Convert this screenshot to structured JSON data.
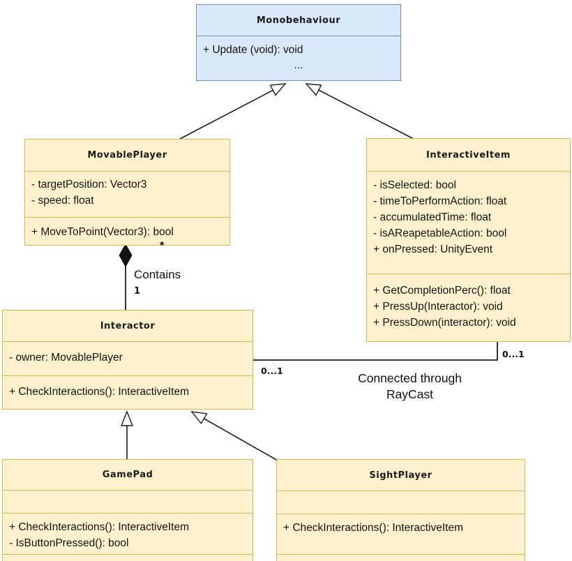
{
  "colors": {
    "yellow_fill": "#FFF2CC",
    "yellow_border": "#D6B656",
    "blue_fill": "#DAE8FC",
    "blue_border": "#6C8EBF",
    "edge": "#1c1c1c"
  },
  "classes": [
    {
      "name": "Monobehaviour",
      "sections": [
        [
          "+ Update (void): void",
          "..."
        ]
      ]
    },
    {
      "name": "MovablePlayer",
      "sections": [
        [
          "- targetPosition: Vector3",
          "- speed: float"
        ],
        [
          "+ MoveToPoint(Vector3): bool"
        ]
      ]
    },
    {
      "name": "InteractiveItem",
      "sections": [
        [
          "- isSelected: bool",
          "- timeToPerformAction: float",
          "- accumulatedTime: float",
          "- isAReapetableAction: bool",
          "+ onPressed: UnityEvent"
        ],
        [
          "+ GetCompletionPerc(): float",
          "+ PressUp(Interactor): void",
          "+ PressDown(interactor): void"
        ]
      ]
    },
    {
      "name": "Interactor",
      "sections": [
        [
          "- owner: MovablePlayer"
        ],
        [
          "+ CheckInteractions(): InteractiveItem"
        ]
      ]
    },
    {
      "name": "GamePad",
      "sections": [
        [],
        [
          "+ CheckInteractions(): InteractiveItem",
          "- IsButtonPressed(): bool"
        ]
      ]
    },
    {
      "name": "SightPlayer",
      "sections": [
        [],
        [
          "+ CheckInteractions(): InteractiveItem"
        ]
      ]
    }
  ],
  "edge_labels": {
    "contains": "Contains",
    "star": "*",
    "one": "1",
    "zero_one_left": "0...1",
    "zero_one_right": "0...1",
    "connected_line1": "Connected through",
    "connected_line2": "RayCast"
  },
  "edges": [
    {
      "type": "generalization",
      "from": "MovablePlayer",
      "to": "Monobehaviour"
    },
    {
      "type": "generalization",
      "from": "InteractiveItem",
      "to": "Monobehaviour"
    },
    {
      "type": "composition",
      "from": "MovablePlayer",
      "to": "Interactor",
      "label": "Contains",
      "mult_from": "*",
      "mult_to": "1"
    },
    {
      "type": "association",
      "from": "Interactor",
      "to": "InteractiveItem",
      "label": "Connected through RayCast",
      "mult_from": "0...1",
      "mult_to": "0...1"
    },
    {
      "type": "generalization",
      "from": "GamePad",
      "to": "Interactor"
    },
    {
      "type": "generalization",
      "from": "SightPlayer",
      "to": "Interactor"
    }
  ]
}
